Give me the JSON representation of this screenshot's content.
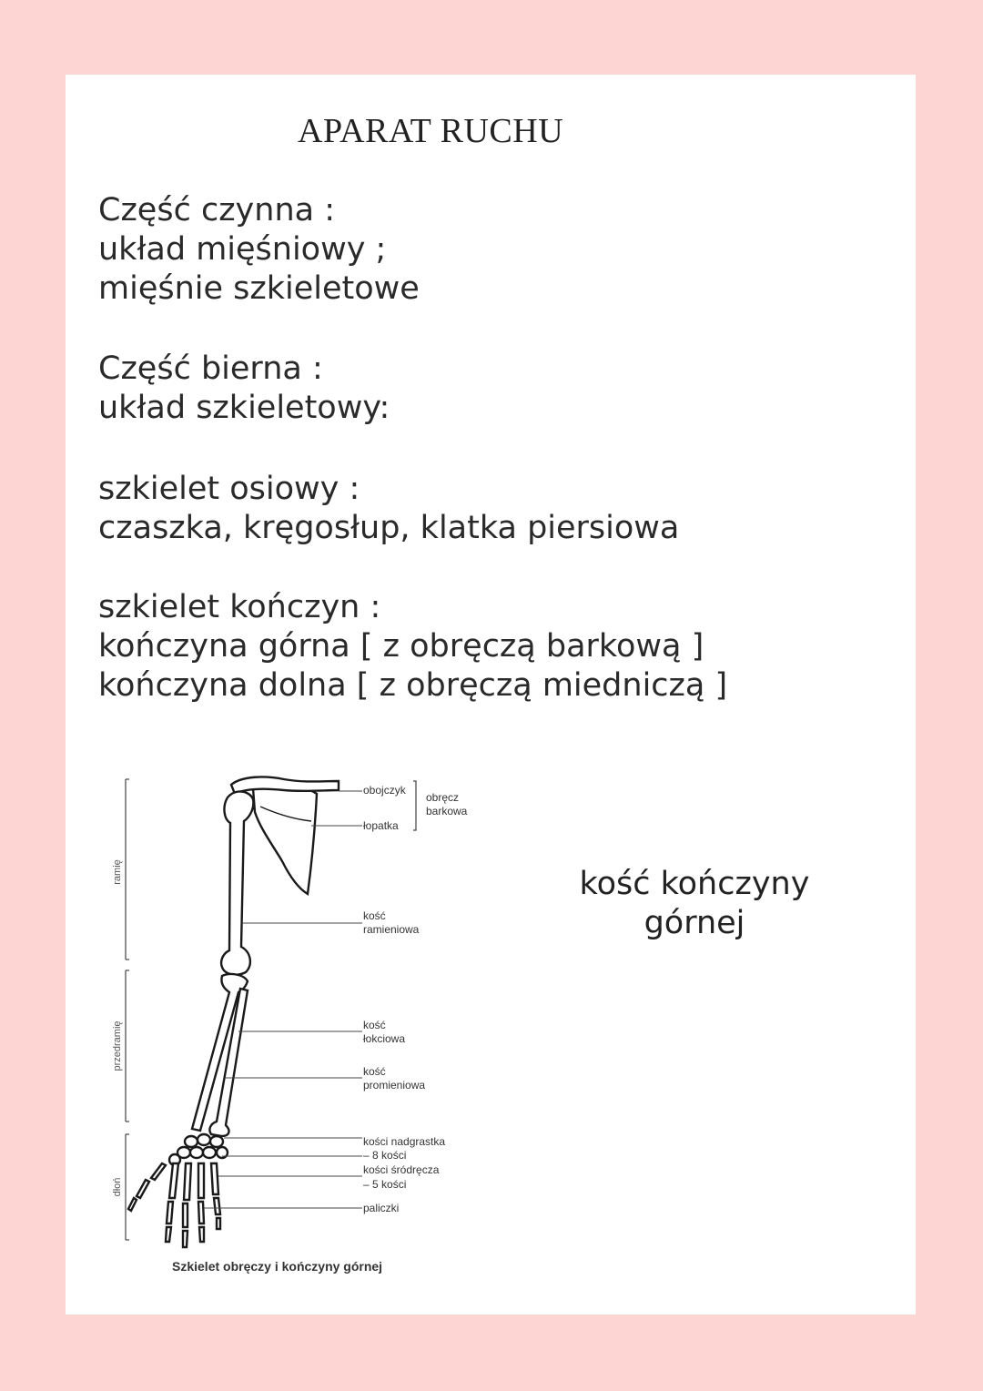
{
  "title": "APARAT RUCHU",
  "active_part": {
    "heading": "Część czynna :",
    "lines": [
      "układ mięśniowy ;",
      "mięśnie szkieletowe"
    ]
  },
  "passive_part": {
    "heading": "Część bierna :",
    "lines": [
      "układ szkieletowy:"
    ]
  },
  "axial": {
    "heading": "szkielet osiowy :",
    "lines": [
      "czaszka, kręgosłup, klatka piersiowa"
    ]
  },
  "limbs": {
    "heading": "szkielet kończyn :",
    "lines": [
      "kończyna górna [ z obręczą barkową ]",
      "kończyna dolna [ z obręczą miedniczą ]"
    ]
  },
  "side_note": [
    "kość kończyny",
    "górnej"
  ],
  "figure": {
    "caption": "Szkielet obręczy i kończyny górnej",
    "regions": [
      "ramię",
      "przedramię",
      "dłoń"
    ],
    "bracket_label": [
      "obręcz",
      "barkowa"
    ],
    "labels": {
      "clavicle": [
        "obojczyk"
      ],
      "scapula": [
        "łopatka"
      ],
      "humerus": [
        "kość",
        "ramieniowa"
      ],
      "ulna": [
        "kość",
        "łokciowa"
      ],
      "radius": [
        "kość",
        "promieniowa"
      ],
      "carpals": [
        "kości nadgrastka",
        "– 8 kości"
      ],
      "metacarpals": [
        "kości śródręcza",
        "– 5 kości"
      ],
      "phalanges": [
        "paliczki"
      ]
    }
  }
}
